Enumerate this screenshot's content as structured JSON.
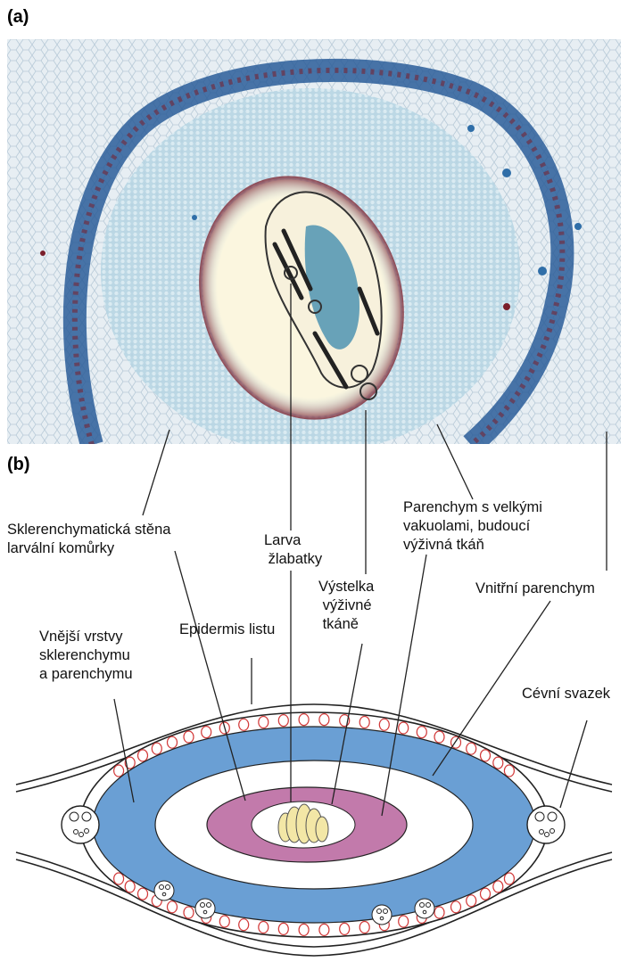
{
  "panels": {
    "a": "(a)",
    "b": "(b)"
  },
  "labels": {
    "sklerenchymaticka": "Sklerenchymatická stěna\nlarvální komůrky",
    "larva": "Larva\n žlabatky",
    "vystelka": "Výstelka\n výživné\n tkáně",
    "parenchym_vakuoly": "Parenchym s velkými\nvakuolami, budoucí\nvýživná tkáň",
    "vnitrni_parenchym": "Vnitřní parenchym",
    "vnejsi_vrstvy": "Vnější vrstvy\nsklerenchymu\na parenchymu",
    "epidermis": "Epidermis listu",
    "cevni_svazek": "Cévní svazek"
  },
  "colors": {
    "sclerenchyma_ring": "#6a9fd4",
    "inner_parenchyma": "#ffffff",
    "nutritive_tissue": "#c27aab",
    "larval_chamber": "#ffffff",
    "larva": "#f3e7a6",
    "epidermis_cells": "#d23a3a",
    "photo_background": "#dfe9ef",
    "photo_stain_blue": "#2f6ea8",
    "photo_stain_red": "#8a1f2a"
  }
}
